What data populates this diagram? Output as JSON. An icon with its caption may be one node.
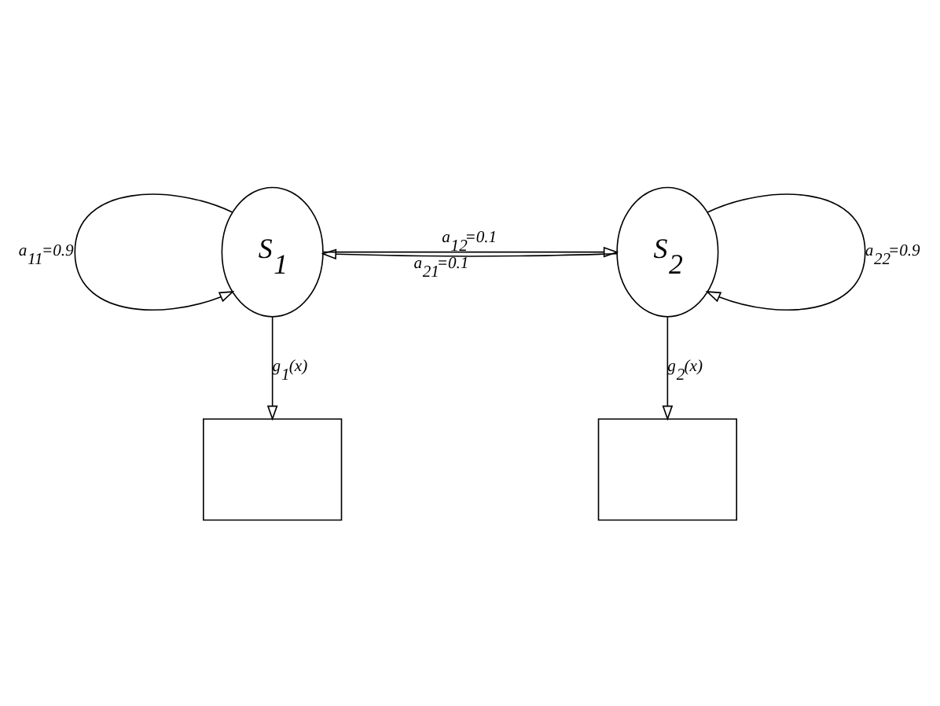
{
  "diagram": {
    "nodes": [
      {
        "text": [
          "S$_{1}$"
        ]
      },
      {
        "text": [
          "S$_{2}$"
        ]
      },
      {
        "text": [],
        "shape": "box"
      },
      {
        "text": [],
        "shape": "box"
      }
    ],
    "edges": [
      {
        "from": 0,
        "to": 0,
        "arrow": "to",
        "label": "a$_{11}$=0.9"
      },
      {
        "from": 0,
        "to": 1,
        "arrow": "to",
        "label": "a$_{12}$=0.1"
      },
      {
        "from": 1,
        "to": 1,
        "arrow": "to",
        "label": "a$_{22}$=0.9"
      },
      {
        "from": 1,
        "to": 0,
        "arrow": "to",
        "label": "a$_{21}$=0.1"
      },
      {
        "from": 0,
        "to": 2,
        "arrow": "to",
        "label": "g$_{1}$(x)"
      },
      {
        "from": 1,
        "to": 3,
        "arrow": "to",
        "label": "g$_{2}$(x)"
      }
    ]
  }
}
